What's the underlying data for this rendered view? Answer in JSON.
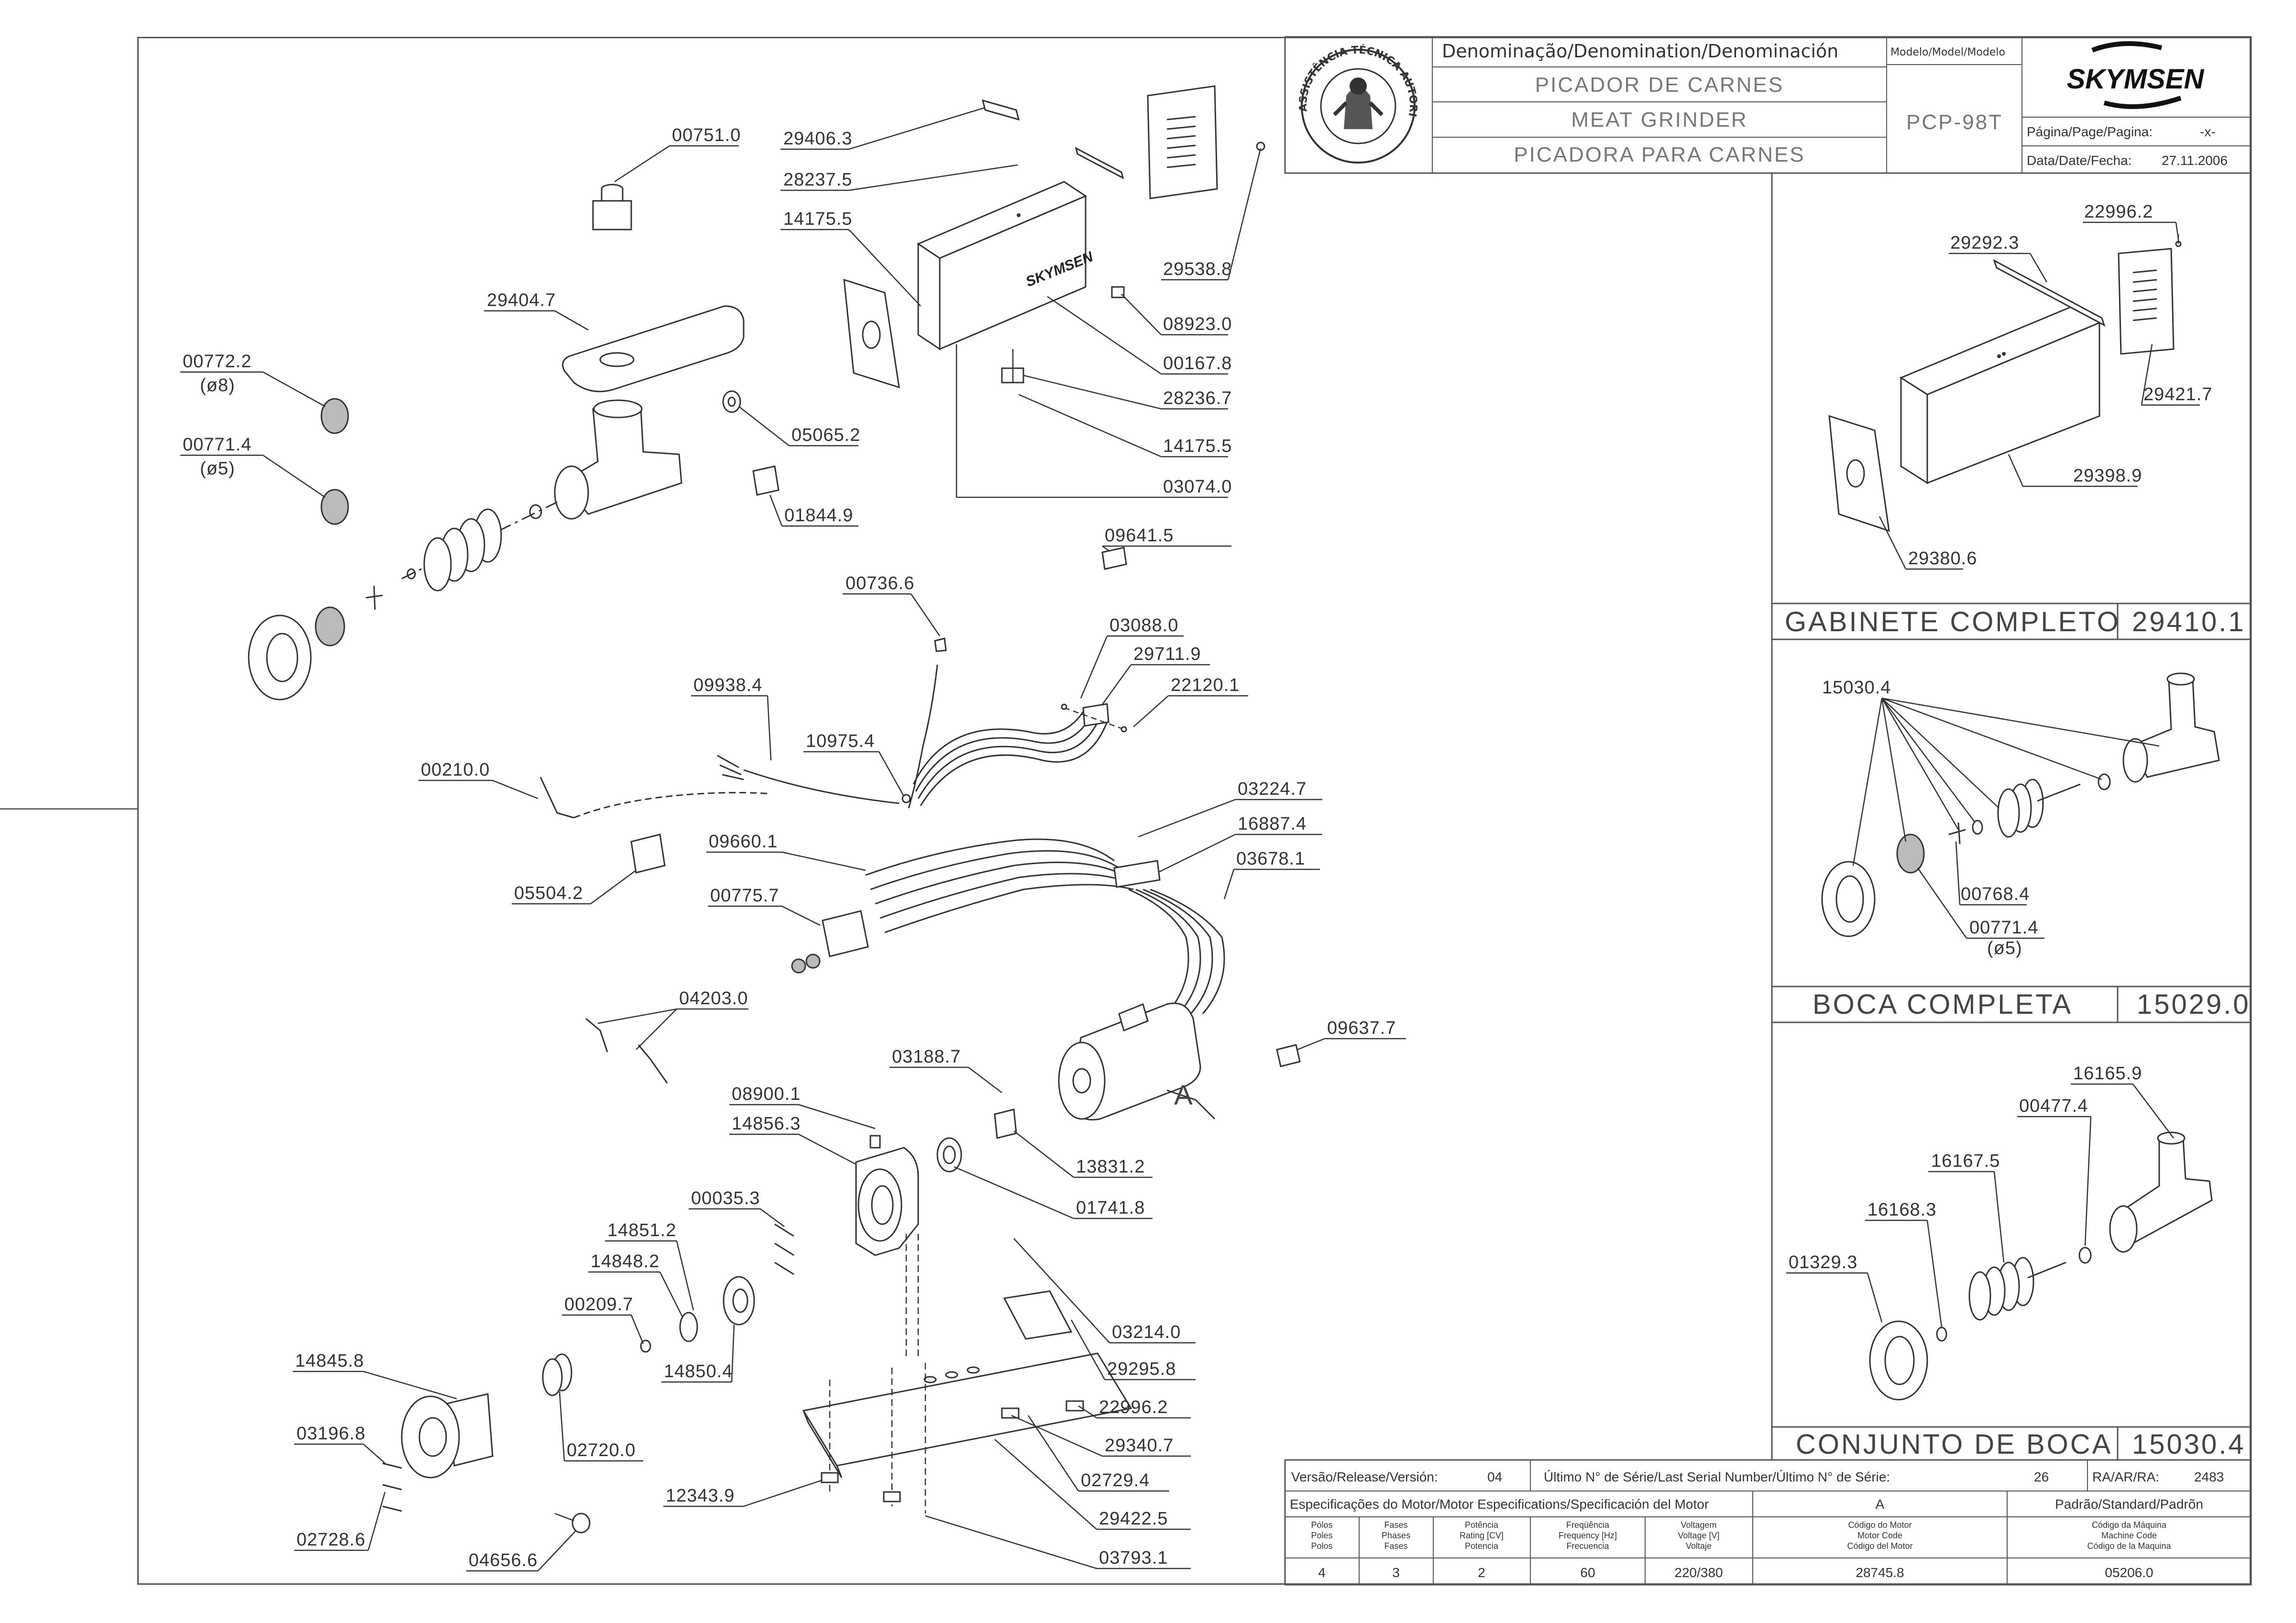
{
  "title_block": {
    "denomination_label": "Denominação/Denomination/Denominación",
    "name_pt": "PICADOR DE CARNES",
    "name_en": "MEAT GRINDER",
    "name_es": "PICADORA PARA CARNES",
    "model_label": "Modelo/Model/Modelo",
    "model": "PCP-98T",
    "brand": "SKYMSEN",
    "seal_text": "ASSISTÊNCIA TÉCNICA AUTORIZADA",
    "page_label": "Página/Page/Pagina:",
    "page": "-x-",
    "date_label": "Data/Date/Fecha:",
    "date": "27.11.2006"
  },
  "parts": {
    "p00751": "00751.0",
    "p29406": "29406.3",
    "p28237": "28237.5",
    "p14175a": "14175.5",
    "p29538": "29538.8",
    "p08923": "08923.0",
    "p00167": "00167.8",
    "p28236": "28236.7",
    "p14175b": "14175.5",
    "p03074": "03074.0",
    "p29404": "29404.7",
    "p00772": "00772.2",
    "p00772d": "(ø8)",
    "p00771": "00771.4",
    "p00771d": "(ø5)",
    "p05065": "05065.2",
    "p01844": "01844.9",
    "p09641": "09641.5",
    "p00736": "00736.6",
    "p03088": "03088.0",
    "p29711": "29711.9",
    "p22120": "22120.1",
    "p09938": "09938.4",
    "p10975": "10975.4",
    "p00210": "00210.0",
    "p03224": "03224.7",
    "p16887": "16887.4",
    "p03678": "03678.1",
    "p09660": "09660.1",
    "p05504": "05504.2",
    "p00775": "00775.7",
    "p04203": "04203.0",
    "p09637": "09637.7",
    "p03188": "03188.7",
    "p08900": "08900.1",
    "p14856": "14856.3",
    "p13831": "13831.2",
    "p01741": "01741.8",
    "p00035": "00035.3",
    "p14851": "14851.2",
    "p14848": "14848.2",
    "p00209": "00209.7",
    "p14850": "14850.4",
    "p03214": "03214.0",
    "p29295": "29295.8",
    "p22996a": "22996.2",
    "p14845": "14845.8",
    "p02720": "02720.0",
    "p03196": "03196.8",
    "p29340": "29340.7",
    "p02729": "02729.4",
    "p12343": "12343.9",
    "p29422": "29422.5",
    "p02728": "02728.6",
    "p04656": "04656.6",
    "p03793": "03793.1",
    "motor_mark": "A"
  },
  "sections": {
    "gabinete": {
      "title": "GABINETE COMPLETO",
      "code": "29410.1",
      "p22996": "22996.2",
      "p29292": "29292.3",
      "p29421": "29421.7",
      "p29398": "29398.9",
      "p29380": "29380.6"
    },
    "boca": {
      "title": "BOCA COMPLETA",
      "code": "15029.0",
      "p15030": "15030.4",
      "p00768": "00768.4",
      "p00771": "00771.4",
      "p00771d": "(ø5)"
    },
    "conjunto": {
      "title": "CONJUNTO DE BOCA",
      "code": "15030.4",
      "p16165": "16165.9",
      "p00477": "00477.4",
      "p16167": "16167.5",
      "p16168": "16168.3",
      "p01329": "01329.3"
    }
  },
  "release_row": {
    "version_label": "Versão/Release/Versión:",
    "version": "04",
    "serial_label": "Último N° de Série/Last Serial Number/Último N° de Série:",
    "serial": "26",
    "ra_label": "RA/AR/RA:",
    "ra": "2483"
  },
  "motor_spec": {
    "header": "Especificações do Motor/Motor Especifications/Specificación del Motor",
    "mark": "A",
    "standard": "Padrão/Standard/Padrõn",
    "columns": [
      {
        "l1": "Pólos",
        "l2": "Poles",
        "l3": "Polos",
        "value": "4"
      },
      {
        "l1": "Fases",
        "l2": "Phases",
        "l3": "Fases",
        "value": "3"
      },
      {
        "l1": "Potência",
        "l2": "Rating [CV]",
        "l3": "Potencia",
        "value": "2"
      },
      {
        "l1": "Freqüência",
        "l2": "Frequency [Hz]",
        "l3": "Frecuencia",
        "value": "60"
      },
      {
        "l1": "Voltagem",
        "l2": "Voltage [V]",
        "l3": "Voltaje",
        "value": "220/380"
      },
      {
        "l1": "Código do Motor",
        "l2": "Motor Code",
        "l3": "Código del Motor",
        "value": "28745.8"
      },
      {
        "l1": "Código da Máquina",
        "l2": "Machine Code",
        "l3": "Código de la Maquina",
        "value": "05206.0"
      }
    ]
  }
}
